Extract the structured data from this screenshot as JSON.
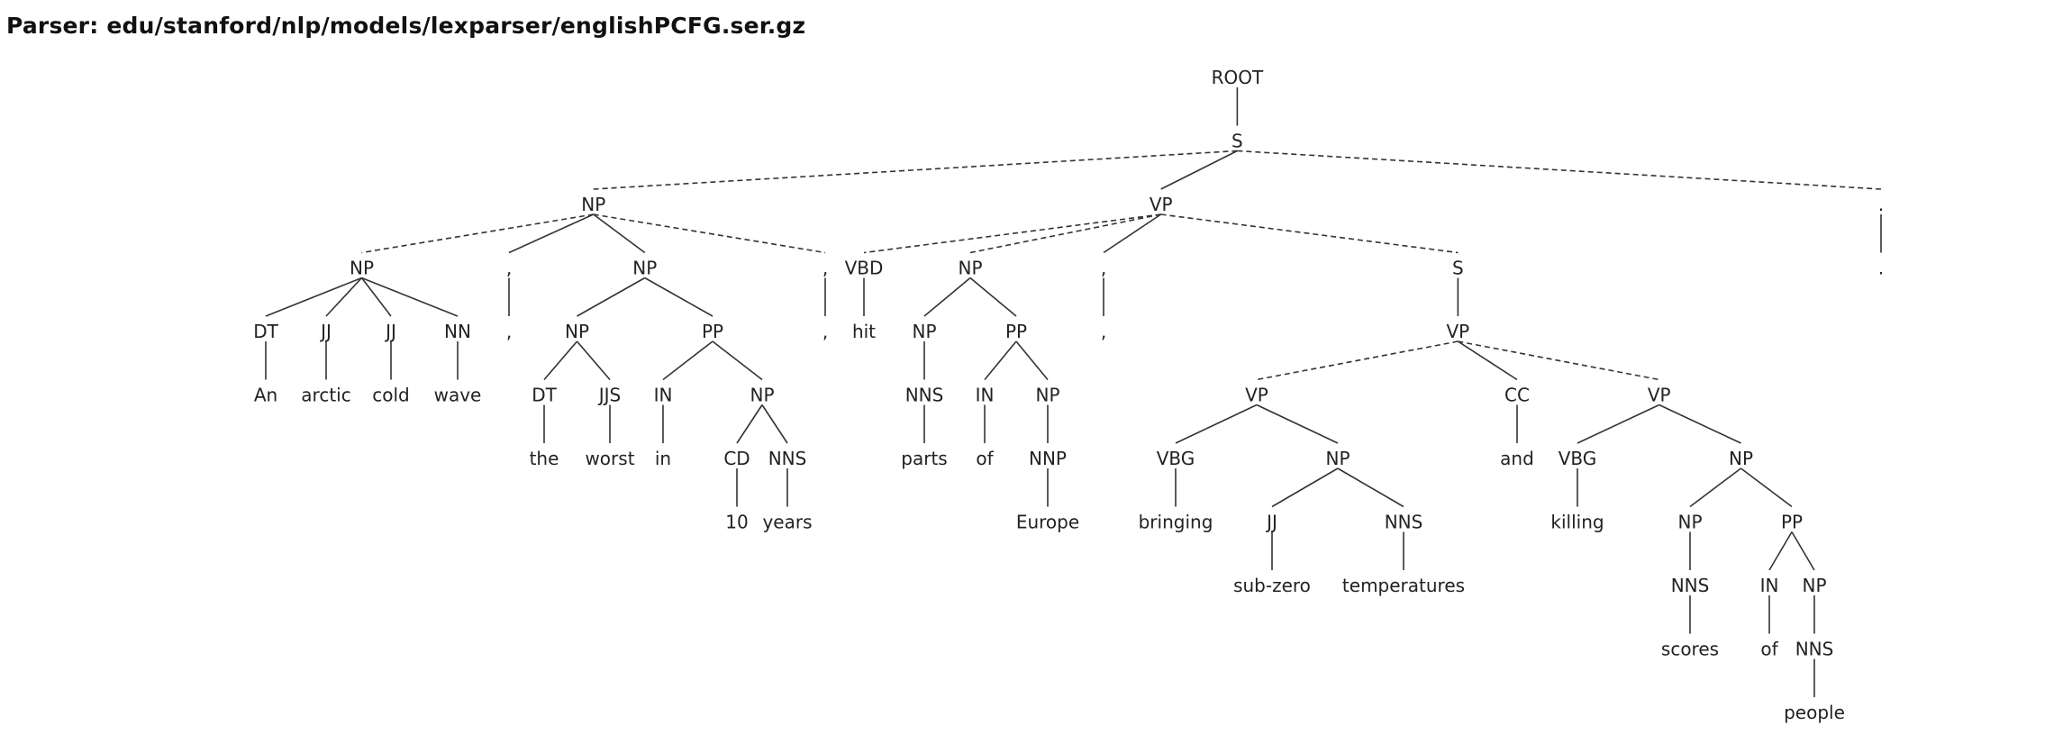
{
  "header": {
    "parser_label": "Parser: edu/stanford/nlp/models/lexparser/englishPCFG.ser.gz"
  },
  "tree": {
    "label": "ROOT",
    "children": [
      {
        "label": "S",
        "children": [
          {
            "label": "NP",
            "children": [
              {
                "label": "NP",
                "children": [
                  {
                    "label": "DT",
                    "children": [
                      {
                        "label": "An",
                        "word": true
                      }
                    ]
                  },
                  {
                    "label": "JJ",
                    "children": [
                      {
                        "label": "arctic",
                        "word": true
                      }
                    ]
                  },
                  {
                    "label": "JJ",
                    "children": [
                      {
                        "label": "cold",
                        "word": true
                      }
                    ]
                  },
                  {
                    "label": "NN",
                    "children": [
                      {
                        "label": "wave",
                        "word": true
                      }
                    ]
                  }
                ]
              },
              {
                "label": ",",
                "children": [
                  {
                    "label": ",",
                    "word": true
                  }
                ]
              },
              {
                "label": "NP",
                "children": [
                  {
                    "label": "NP",
                    "children": [
                      {
                        "label": "DT",
                        "children": [
                          {
                            "label": "the",
                            "word": true
                          }
                        ]
                      },
                      {
                        "label": "JJS",
                        "children": [
                          {
                            "label": "worst",
                            "word": true
                          }
                        ]
                      }
                    ]
                  },
                  {
                    "label": "PP",
                    "children": [
                      {
                        "label": "IN",
                        "children": [
                          {
                            "label": "in",
                            "word": true
                          }
                        ]
                      },
                      {
                        "label": "NP",
                        "children": [
                          {
                            "label": "CD",
                            "children": [
                              {
                                "label": "10",
                                "word": true
                              }
                            ]
                          },
                          {
                            "label": "NNS",
                            "children": [
                              {
                                "label": "years",
                                "word": true
                              }
                            ]
                          }
                        ]
                      }
                    ]
                  }
                ]
              },
              {
                "label": ",",
                "children": [
                  {
                    "label": ",",
                    "word": true
                  }
                ]
              }
            ]
          },
          {
            "label": "VP",
            "children": [
              {
                "label": "VBD",
                "children": [
                  {
                    "label": "hit",
                    "word": true
                  }
                ]
              },
              {
                "label": "NP",
                "children": [
                  {
                    "label": "NP",
                    "children": [
                      {
                        "label": "NNS",
                        "children": [
                          {
                            "label": "parts",
                            "word": true
                          }
                        ]
                      }
                    ]
                  },
                  {
                    "label": "PP",
                    "children": [
                      {
                        "label": "IN",
                        "children": [
                          {
                            "label": "of",
                            "word": true
                          }
                        ]
                      },
                      {
                        "label": "NP",
                        "children": [
                          {
                            "label": "NNP",
                            "children": [
                              {
                                "label": "Europe",
                                "word": true
                              }
                            ]
                          }
                        ]
                      }
                    ]
                  }
                ]
              },
              {
                "label": ",",
                "children": [
                  {
                    "label": ",",
                    "word": true
                  }
                ]
              },
              {
                "label": "S",
                "children": [
                  {
                    "label": "VP",
                    "children": [
                      {
                        "label": "VP",
                        "children": [
                          {
                            "label": "VBG",
                            "children": [
                              {
                                "label": "bringing",
                                "word": true
                              }
                            ]
                          },
                          {
                            "label": "NP",
                            "children": [
                              {
                                "label": "JJ",
                                "children": [
                                  {
                                    "label": "sub-zero",
                                    "word": true
                                  }
                                ]
                              },
                              {
                                "label": "NNS",
                                "children": [
                                  {
                                    "label": "temperatures",
                                    "word": true
                                  }
                                ]
                              }
                            ]
                          }
                        ]
                      },
                      {
                        "label": "CC",
                        "children": [
                          {
                            "label": "and",
                            "word": true
                          }
                        ]
                      },
                      {
                        "label": "VP",
                        "children": [
                          {
                            "label": "VBG",
                            "children": [
                              {
                                "label": "killing",
                                "word": true
                              }
                            ]
                          },
                          {
                            "label": "NP",
                            "children": [
                              {
                                "label": "NP",
                                "children": [
                                  {
                                    "label": "NNS",
                                    "children": [
                                      {
                                        "label": "scores",
                                        "word": true
                                      }
                                    ]
                                  }
                                ]
                              },
                              {
                                "label": "PP",
                                "children": [
                                  {
                                    "label": "IN",
                                    "children": [
                                      {
                                        "label": "of",
                                        "word": true
                                      }
                                    ]
                                  },
                                  {
                                    "label": "NP",
                                    "children": [
                                      {
                                        "label": "NNS",
                                        "children": [
                                          {
                                            "label": "people",
                                            "word": true
                                          }
                                        ]
                                      }
                                    ]
                                  }
                                ]
                              }
                            ]
                          }
                        ]
                      }
                    ]
                  }
                ]
              }
            ]
          },
          {
            "label": ".",
            "children": [
              {
                "label": ".",
                "word": true
              }
            ]
          }
        ]
      }
    ]
  }
}
